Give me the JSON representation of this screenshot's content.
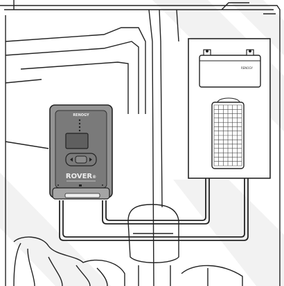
{
  "controller": {
    "brand": "RENOGY",
    "model": "ROVER",
    "model_suffix": "®"
  },
  "battery": {
    "brand": "RENOGY"
  },
  "colors": {
    "line": "#222222",
    "controller_body": "#8e8e8e",
    "controller_face": "#6f6f6f",
    "watermark": "#f0f0f0"
  }
}
